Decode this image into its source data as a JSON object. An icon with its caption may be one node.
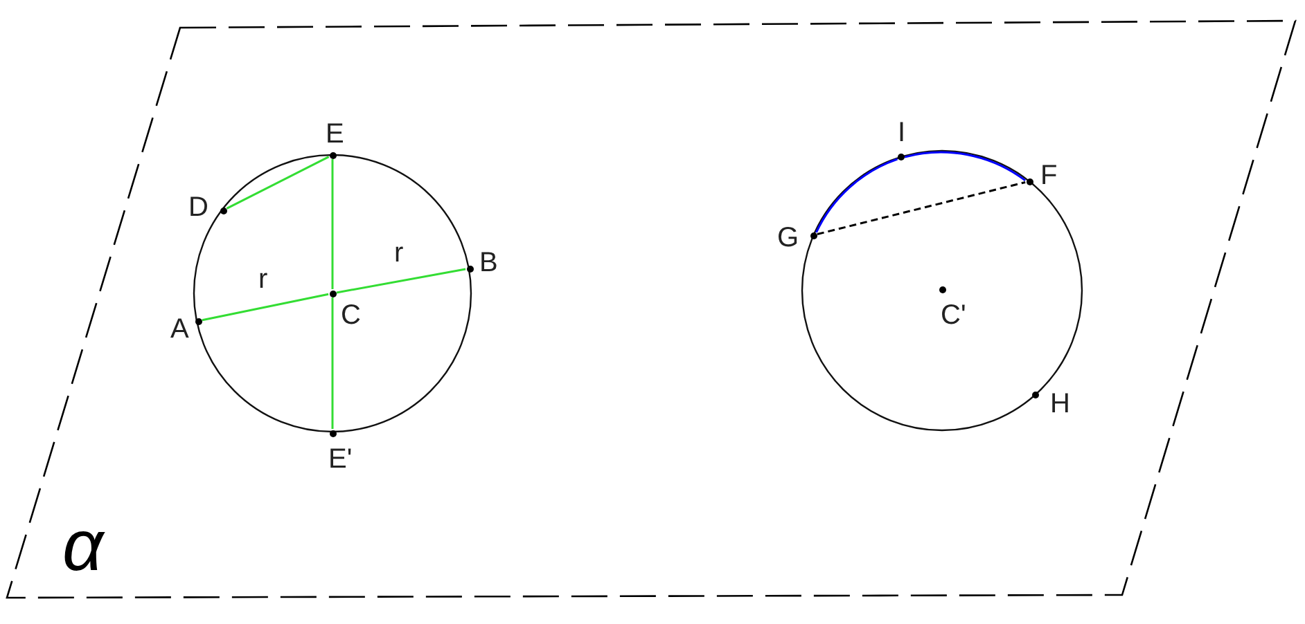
{
  "diagram": {
    "nodes": [
      {
        "text": [
          "α"
        ]
      },
      {
        "text": [
          "E"
        ],
        "in": 0
      },
      {
        "text": [
          "D"
        ],
        "in": 0
      },
      {
        "text": [
          "B"
        ],
        "in": 0
      },
      {
        "text": [
          "A"
        ],
        "in": 0
      },
      {
        "text": [
          "C"
        ],
        "in": 0
      },
      {
        "text": [
          "E'"
        ],
        "in": 0
      },
      {
        "text": [
          "I"
        ],
        "in": 0
      },
      {
        "text": [
          "F"
        ],
        "in": 0
      },
      {
        "text": [
          "G"
        ],
        "in": 0
      },
      {
        "text": [
          "C'"
        ],
        "in": 0
      },
      {
        "text": [
          "H"
        ],
        "in": 0
      }
    ],
    "edges": [
      {
        "from": 2,
        "to": 1,
        "arrow": "none"
      },
      {
        "from": 1,
        "to": 5,
        "arrow": "none"
      },
      {
        "from": 5,
        "to": 6,
        "arrow": "none"
      },
      {
        "from": 4,
        "to": 5,
        "arrow": "none",
        "label": "r"
      },
      {
        "from": 5,
        "to": 3,
        "arrow": "none",
        "label": "r"
      },
      {
        "from": 9,
        "to": 8,
        "arrow": "none",
        "style": "dashed",
        "color": "#000000"
      },
      {
        "from": 9,
        "to": 7,
        "arrow": "none",
        "color": "#0000ff"
      },
      {
        "from": 7,
        "to": 8,
        "arrow": "none",
        "color": "#0000ff"
      }
    ]
  }
}
